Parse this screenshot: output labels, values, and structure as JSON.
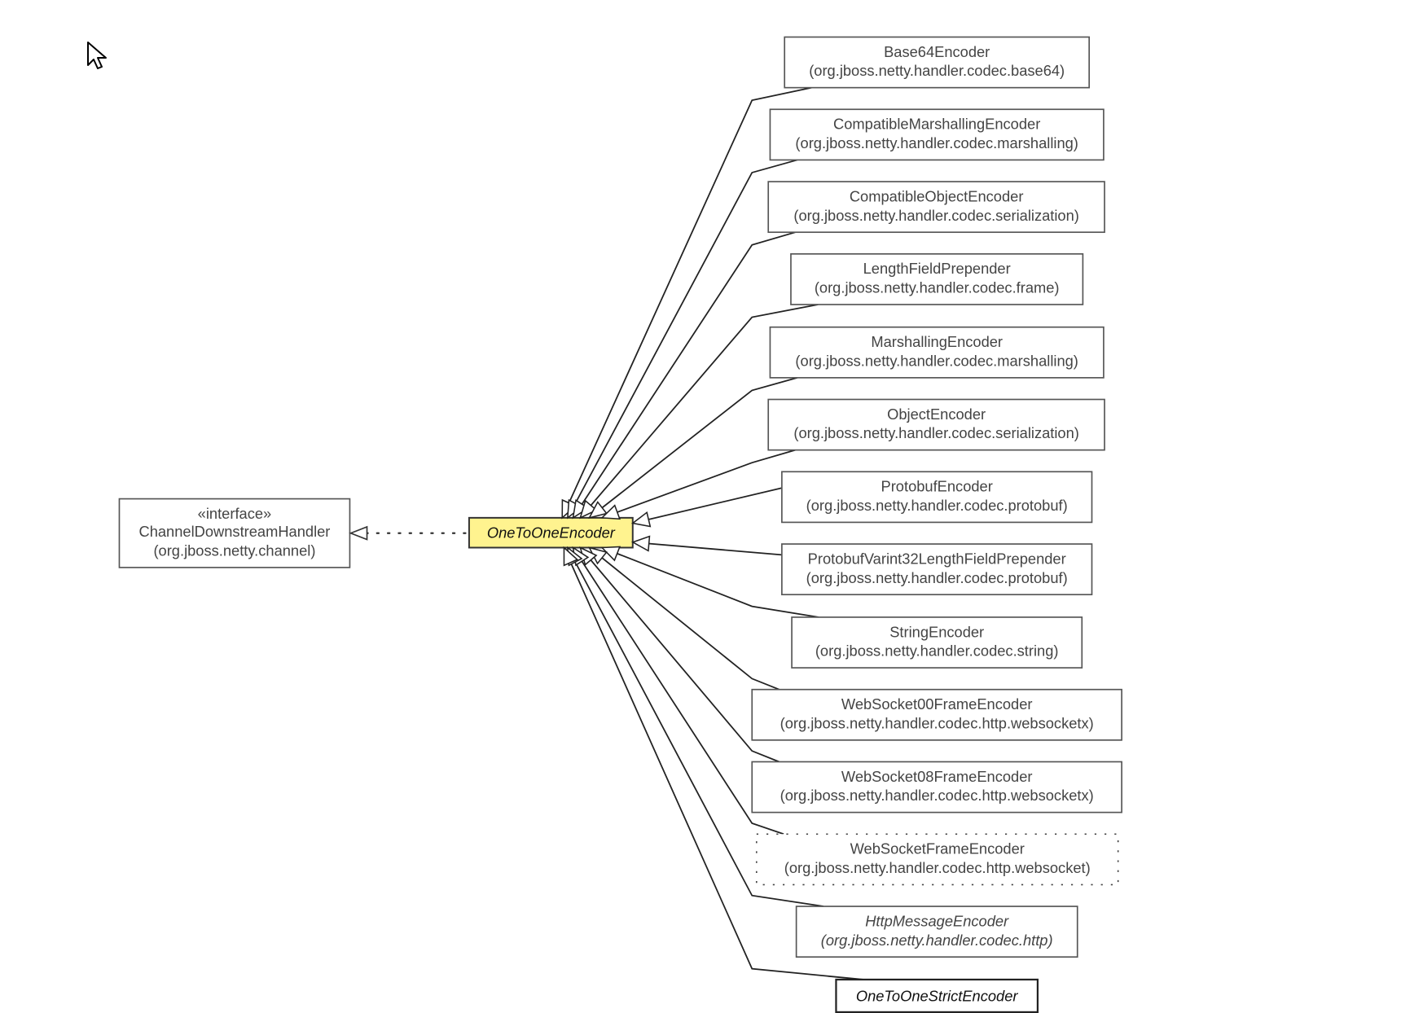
{
  "diagram": {
    "type": "uml-class-hierarchy",
    "focus_class": {
      "name": "OneToOneEncoder",
      "italic": true,
      "fill_color": "#fff38f"
    },
    "interface": {
      "stereotype": "«interface»",
      "name": "ChannelDownstreamHandler",
      "package": "(org.jboss.netty.channel)",
      "relation": "realization"
    },
    "subclasses": [
      {
        "name": "Base64Encoder",
        "package": "(org.jboss.netty.handler.codec.base64)",
        "style": "solid",
        "italic": false
      },
      {
        "name": "CompatibleMarshallingEncoder",
        "package": "(org.jboss.netty.handler.codec.marshalling)",
        "style": "solid",
        "italic": false
      },
      {
        "name": "CompatibleObjectEncoder",
        "package": "(org.jboss.netty.handler.codec.serialization)",
        "style": "solid",
        "italic": false
      },
      {
        "name": "LengthFieldPrepender",
        "package": "(org.jboss.netty.handler.codec.frame)",
        "style": "solid",
        "italic": false
      },
      {
        "name": "MarshallingEncoder",
        "package": "(org.jboss.netty.handler.codec.marshalling)",
        "style": "solid",
        "italic": false
      },
      {
        "name": "ObjectEncoder",
        "package": "(org.jboss.netty.handler.codec.serialization)",
        "style": "solid",
        "italic": false
      },
      {
        "name": "ProtobufEncoder",
        "package": "(org.jboss.netty.handler.codec.protobuf)",
        "style": "solid",
        "italic": false
      },
      {
        "name": "ProtobufVarint32LengthFieldPrepender",
        "package": "(org.jboss.netty.handler.codec.protobuf)",
        "style": "solid",
        "italic": false
      },
      {
        "name": "StringEncoder",
        "package": "(org.jboss.netty.handler.codec.string)",
        "style": "solid",
        "italic": false
      },
      {
        "name": "WebSocket00FrameEncoder",
        "package": "(org.jboss.netty.handler.codec.http.websocketx)",
        "style": "solid",
        "italic": false
      },
      {
        "name": "WebSocket08FrameEncoder",
        "package": "(org.jboss.netty.handler.codec.http.websocketx)",
        "style": "solid",
        "italic": false
      },
      {
        "name": "WebSocketFrameEncoder",
        "package": "(org.jboss.netty.handler.codec.http.websocket)",
        "style": "dotted",
        "italic": false
      },
      {
        "name": "HttpMessageEncoder",
        "package": "(org.jboss.netty.handler.codec.http)",
        "style": "solid",
        "italic": true
      },
      {
        "name": "OneToOneStrictEncoder",
        "package": "",
        "style": "solid-dark",
        "italic": true
      }
    ]
  },
  "cursor": {
    "icon": "mouse-pointer-icon"
  }
}
